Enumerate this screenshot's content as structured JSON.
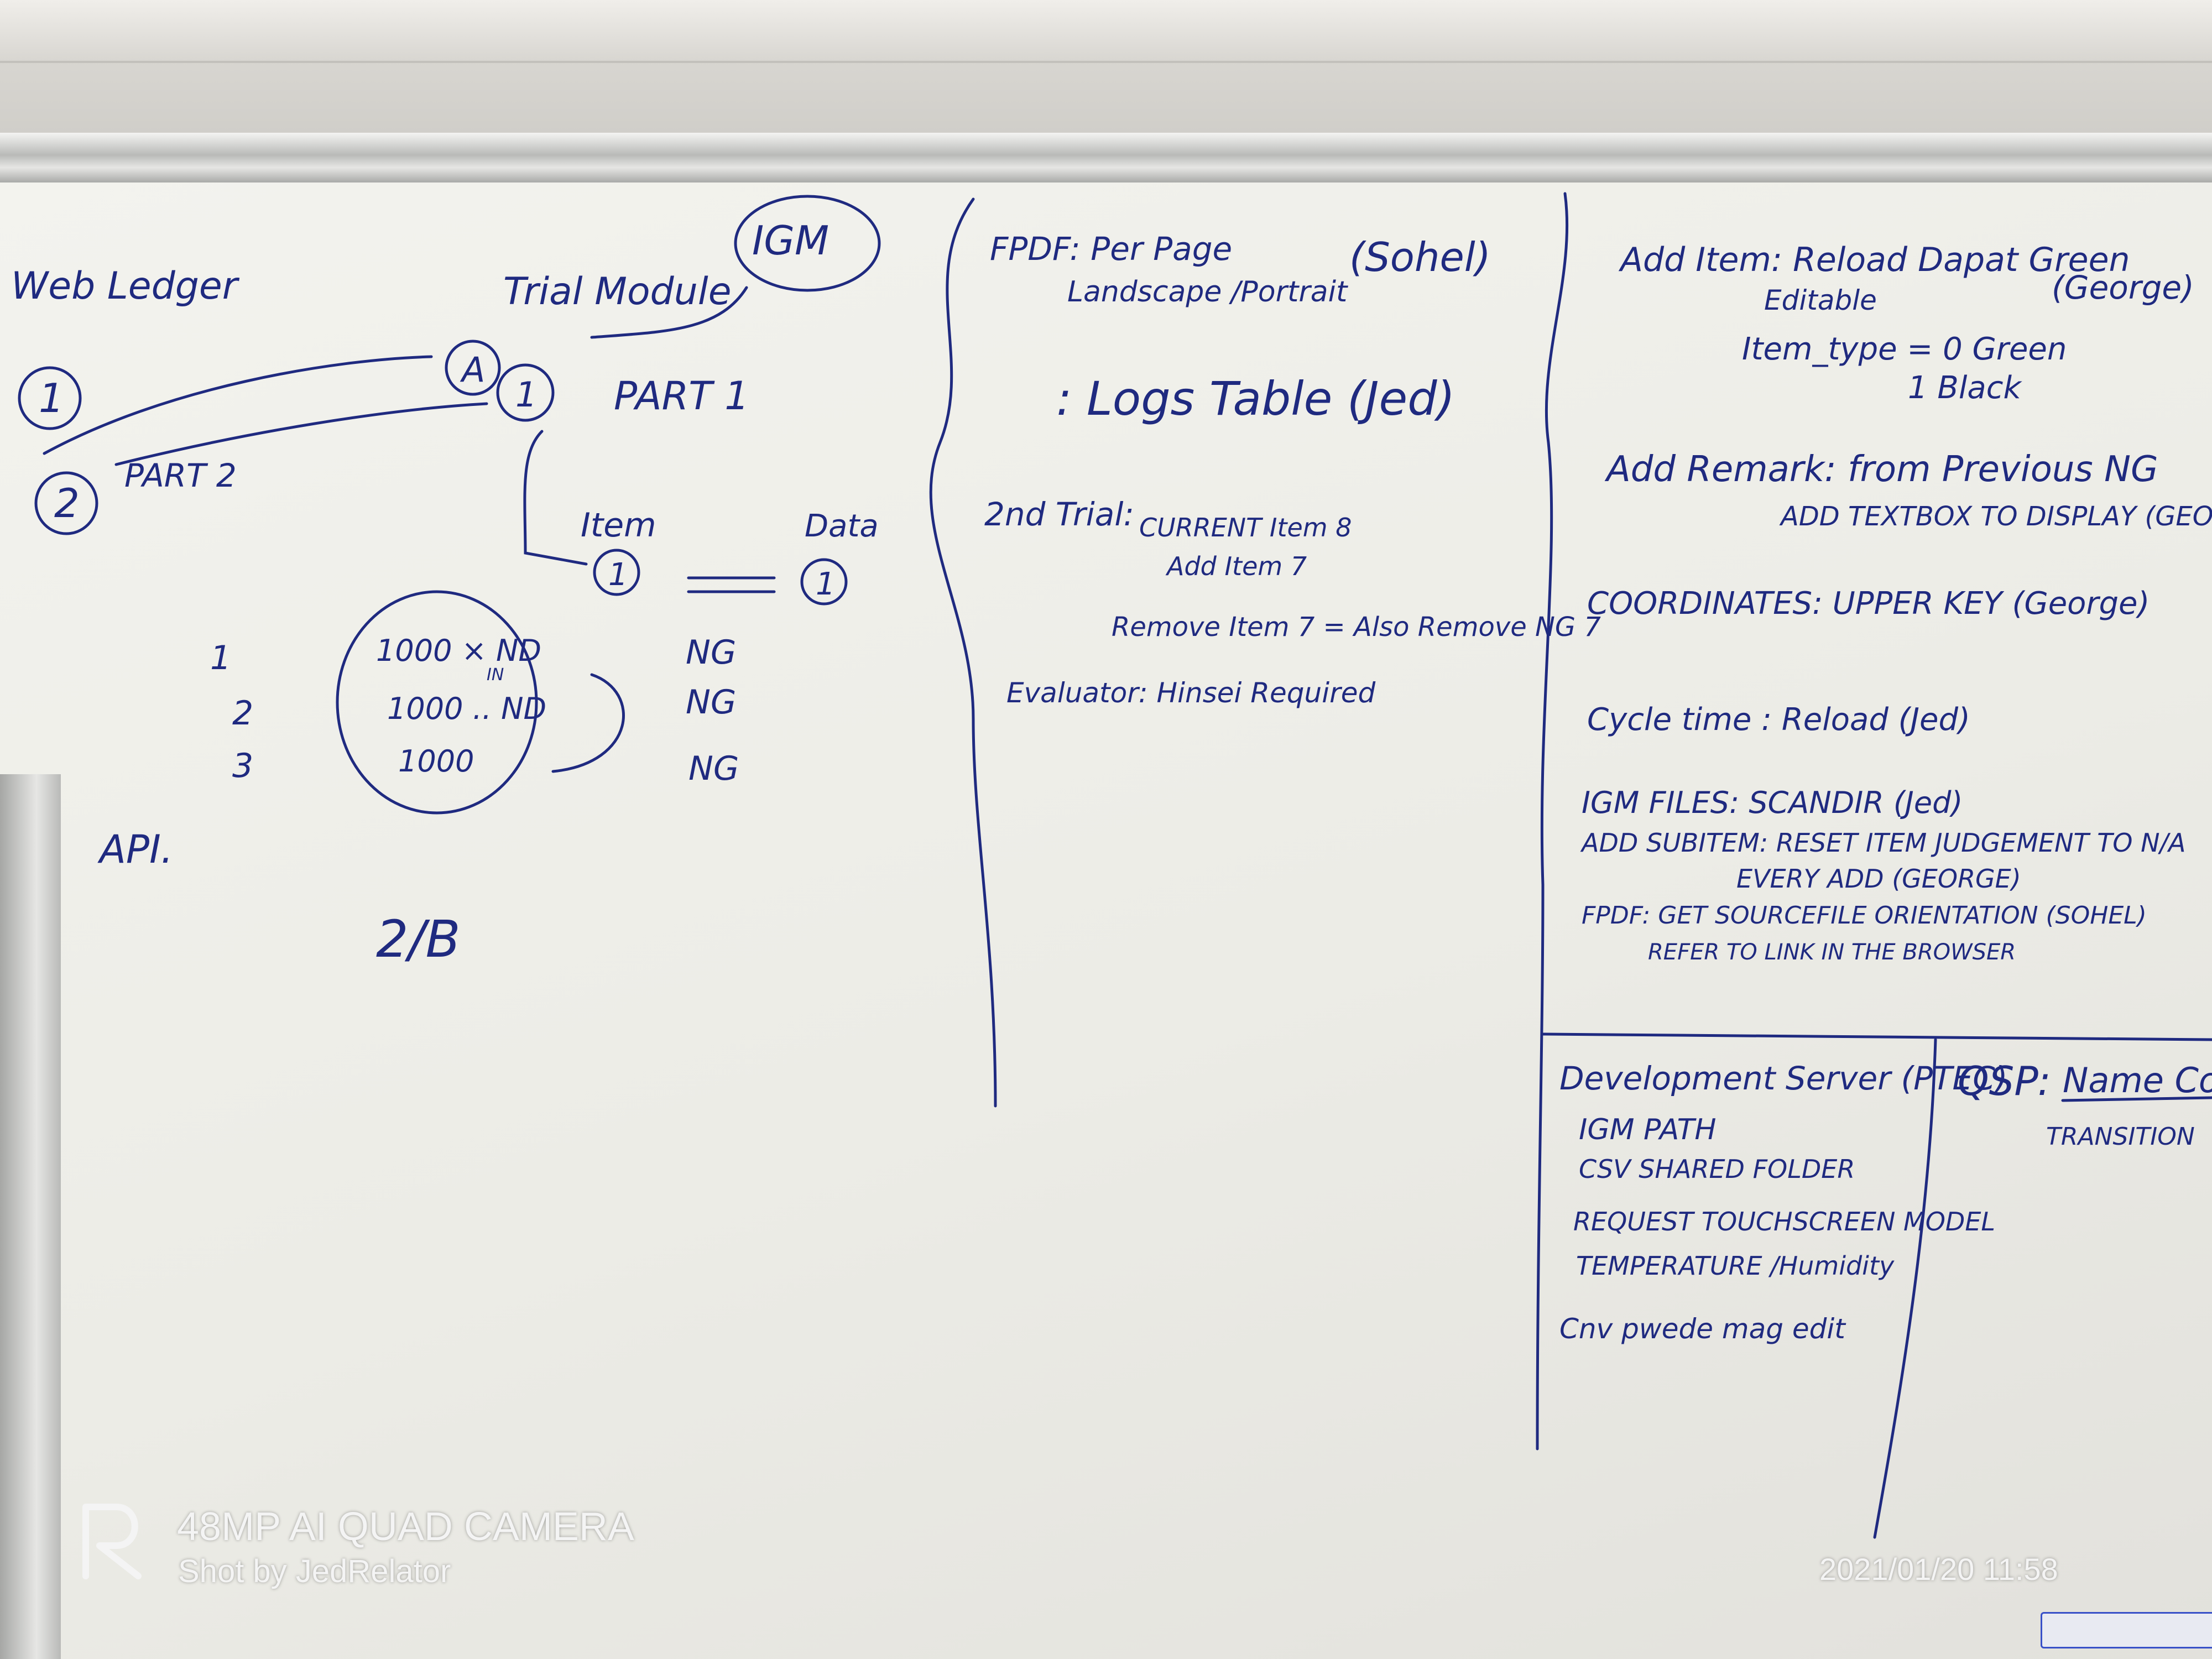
{
  "board": {
    "left": {
      "web_ledger": "Web Ledger",
      "trial_module": "Trial Module",
      "igm": "IGM",
      "circle_1": "1",
      "circle_2": "2",
      "part_2": "PART 2",
      "node_a": "A",
      "node_1": "1",
      "part_1": "PART 1",
      "item": "Item",
      "item_num": "1",
      "data": "Data",
      "data_num": "1",
      "row1_idx": "1",
      "row2_idx": "2",
      "row3_idx": "3",
      "row1_val": "1000 × ND",
      "row2_val": "1000 .. ND",
      "row3_val": "1000",
      "in_note": "IN",
      "ng1": "NG",
      "ng2": "NG",
      "ng3": "NG",
      "api": "API.",
      "two_b": "2/B"
    },
    "middle": {
      "fpdf": "FPDF: Per Page",
      "landscape": "Landscape /Portrait",
      "sohel": "(Sohel)",
      "logs": ": Logs Table (Jed)",
      "trial": "2nd Trial:",
      "current": "CURRENT Item 8",
      "add": "Add Item 7",
      "remove": "Remove Item 7 = Also Remove NG 7",
      "evaluator": "Evaluator: Hinsei Required"
    },
    "right": {
      "add_item": "Add Item: Reload Dapat Green",
      "editable": "Editable",
      "george1": "(George)",
      "item_type0": "Item_type = 0 Green",
      "item_type1": "1 Black",
      "add_remark": "Add Remark: from Previous NG",
      "textbox": "ADD TEXTBOX TO DISPLAY (GEORGE)",
      "coordinates": "COORDINATES: UPPER KEY (George)",
      "cycletime": "Cycle time : Reload (Jed)",
      "igm_files": "IGM FILES: SCANDIR (Jed)",
      "add_subitem": "ADD SUBITEM: RESET ITEM JUDGEMENT TO N/A",
      "every_add": "EVERY ADD (GEORGE)",
      "fpdf_get": "FPDF: GET SOURCEFILE ORIENTATION (SOHEL)",
      "refer": "REFER TO LINK IN THE BROWSER"
    },
    "bottom_middle": {
      "dev_server": "Development Server (PTEC)",
      "igm_path": "IGM PATH",
      "csv": "CSV SHARED FOLDER",
      "request": "REQUEST TOUCHSCREEN MODEL",
      "temperature": "TEMPERATURE /Humidity",
      "cnv": "Cnv pwede mag edit"
    },
    "bottom_right": {
      "qsp": "QSP:",
      "naming": "Name Conven",
      "transition": "TRANSITION"
    }
  },
  "watermark": {
    "camera": "48MP AI QUAD CAMERA",
    "shot_by": "Shot by JedRelator",
    "datetime": "2021/01/20 11:58"
  },
  "colors": {
    "ink": "#1f2a80",
    "board": "#efefe9"
  }
}
